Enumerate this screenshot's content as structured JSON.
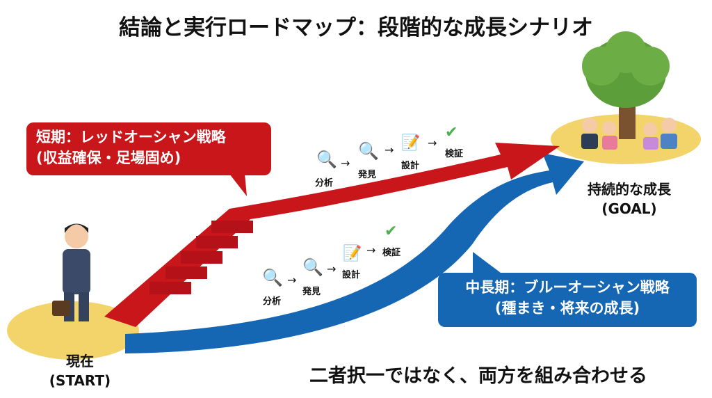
{
  "title": "結論と実行ロードマップ：段階的な成長シナリオ",
  "short_term": {
    "line1": "短期：レッドオーシャン戦略",
    "line2": "(収益確保・足場固め)",
    "color": "#c8161b"
  },
  "mid_long_term": {
    "line1": "中長期：ブルーオーシャン戦略",
    "line2": "(種まき・将来の成長)",
    "color": "#1567b4"
  },
  "steps": {
    "analyze": "分析",
    "discover": "発見",
    "design": "設計",
    "verify": "検証",
    "arrow": "→"
  },
  "start": {
    "line1": "現在",
    "line2": "(START)"
  },
  "goal": {
    "line1": "持続的な成長",
    "line2": "(GOAL)"
  },
  "conclusion": "二者択一ではなく、両方を組み合わせる"
}
